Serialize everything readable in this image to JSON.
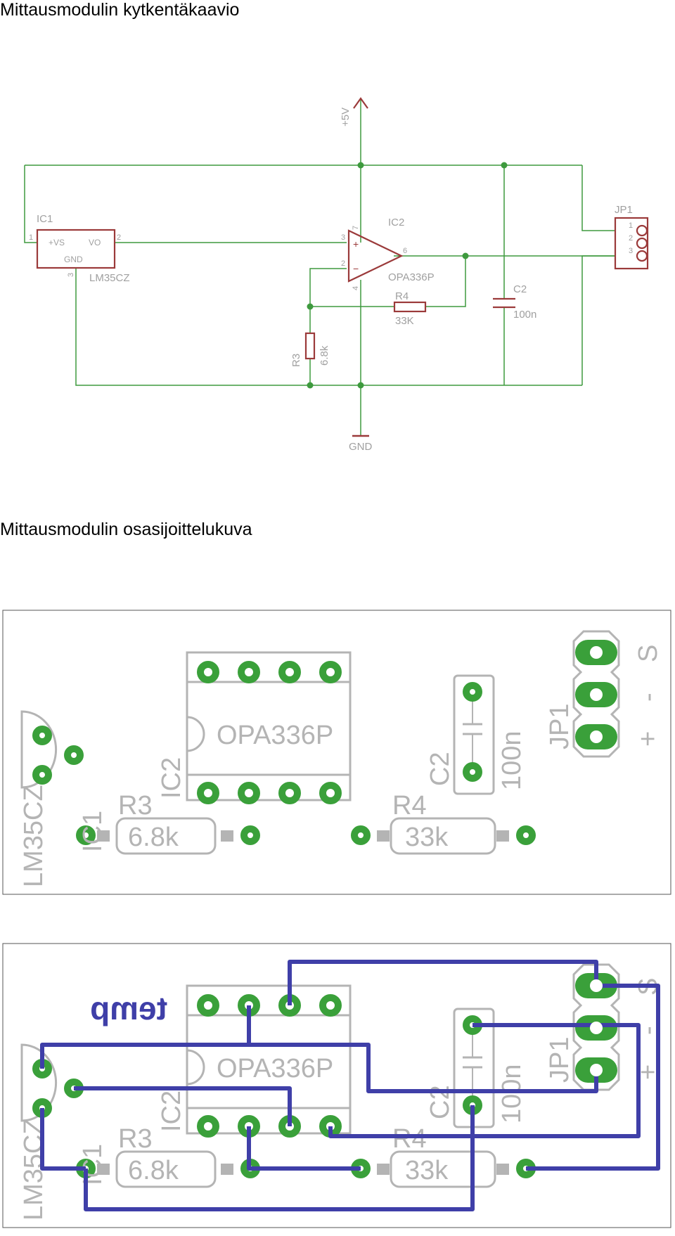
{
  "headings": {
    "schematic": "Mittausmodulin kytkentäkaavio",
    "placement": "Mittausmodulin osasijoittelukuva"
  },
  "schematic": {
    "supply": "+5V",
    "ground": "GND",
    "ic1": {
      "name": "IC1",
      "value": "LM35CZ",
      "pin_vs": "+VS",
      "pin_vo": "VO",
      "pin_gnd": "GND",
      "pin1": "1",
      "pin2": "2",
      "pin3": "3"
    },
    "ic2": {
      "name": "IC2",
      "value": "OPA336P",
      "pin_plus": "+",
      "pin_minus": "−",
      "pin2": "2",
      "pin3": "3",
      "pin4": "4",
      "pin6": "6",
      "pin7": "7"
    },
    "r3": {
      "name": "R3",
      "value": "6.8k"
    },
    "r4": {
      "name": "R4",
      "value": "33K"
    },
    "c2": {
      "name": "C2",
      "value": "100n"
    },
    "jp1": {
      "name": "JP1",
      "pin1": "1",
      "pin2": "2",
      "pin3": "3"
    }
  },
  "board": {
    "ic1_value": "LM35CZ",
    "ic1_name": "IC1",
    "ic2_name": "IC2",
    "ic2_value": "OPA336P",
    "r3_name": "R3",
    "r3_value": "6.8k",
    "r4_name": "R4",
    "r4_value": "33k",
    "c2_name": "C2",
    "c2_value": "100n",
    "jp1_name": "JP1",
    "pin_s": "S",
    "pin_minus": "-",
    "pin_plus": "+",
    "mirror_text": "temp"
  },
  "colors": {
    "wire": "#3e9a3e",
    "component": "#9b3a3a",
    "label": "#a0a0a0",
    "silk": "#b4b4b4",
    "pad": "#3aa03a",
    "trace": "#3f3fa8"
  }
}
